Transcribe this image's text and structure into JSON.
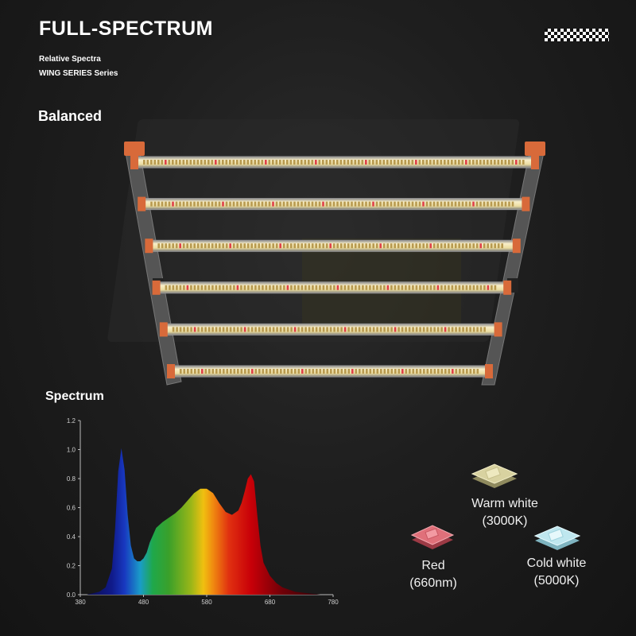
{
  "title": "FULL-SPECTRUM",
  "subtitle_1": "Relative Spectra",
  "subtitle_2": "WING SERIES Series",
  "section_fixture": "Balanced",
  "section_spectrum": "Spectrum",
  "chips": [
    {
      "line1": "Warm white",
      "line2": "(3000K)",
      "color": "#d8d2a0",
      "icon": "warm-white-led-chip-icon"
    },
    {
      "line1": "Red",
      "line2": "(660nm)",
      "color": "#e0707a",
      "icon": "red-led-chip-icon"
    },
    {
      "line1": "Cold white",
      "line2": "(5000K)",
      "color": "#bfe7ef",
      "icon": "cold-white-led-chip-icon"
    }
  ],
  "fixture": {
    "bars": 6,
    "frame_color": "#555555",
    "endcap_color": "#d86a3a"
  },
  "chart_data": {
    "type": "area",
    "xlim": [
      380,
      780
    ],
    "ylim": [
      0,
      1.2
    ],
    "xticks": [
      "380",
      "480",
      "580",
      "680",
      "780"
    ],
    "yticks": [
      "0.0",
      "0.2",
      "0.4",
      "0.6",
      "0.8",
      "1.0",
      "1.2"
    ],
    "x": [
      380,
      390,
      400,
      410,
      420,
      430,
      435,
      440,
      445,
      450,
      455,
      460,
      465,
      470,
      475,
      480,
      485,
      490,
      500,
      510,
      520,
      530,
      540,
      550,
      560,
      570,
      580,
      590,
      600,
      610,
      620,
      630,
      635,
      640,
      645,
      650,
      655,
      660,
      665,
      670,
      680,
      690,
      700,
      720,
      740,
      760,
      780
    ],
    "y": [
      0.0,
      0.0,
      0.01,
      0.02,
      0.05,
      0.18,
      0.45,
      0.85,
      1.01,
      0.86,
      0.55,
      0.34,
      0.25,
      0.23,
      0.23,
      0.25,
      0.29,
      0.36,
      0.46,
      0.5,
      0.53,
      0.56,
      0.6,
      0.65,
      0.7,
      0.73,
      0.73,
      0.7,
      0.63,
      0.57,
      0.55,
      0.58,
      0.63,
      0.71,
      0.8,
      0.83,
      0.78,
      0.55,
      0.34,
      0.22,
      0.13,
      0.08,
      0.05,
      0.02,
      0.01,
      0.0,
      0.0
    ]
  }
}
